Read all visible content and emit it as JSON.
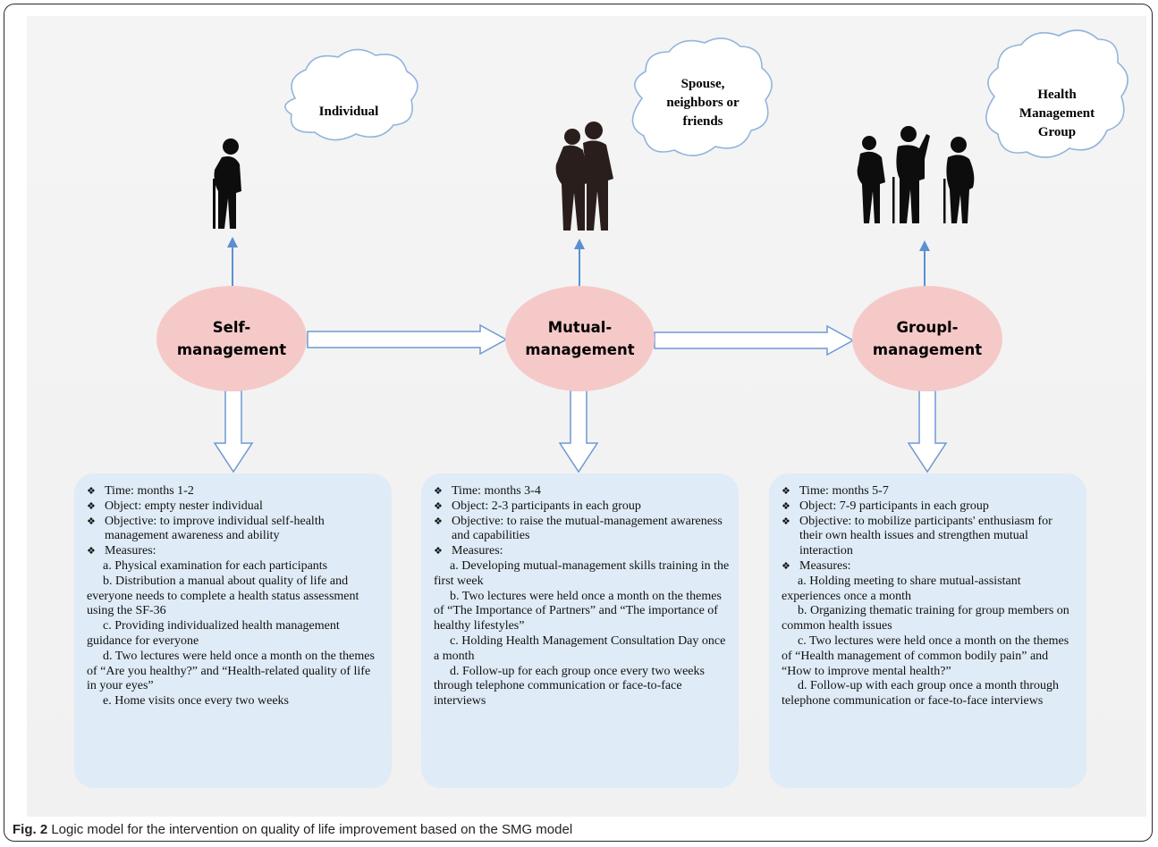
{
  "clouds": {
    "individual": "Individual",
    "mutual": [
      "Spouse,",
      "neighbors or",
      "friends"
    ],
    "group": [
      "Health",
      "Management",
      "Group"
    ]
  },
  "stages": {
    "self": [
      "Self-",
      "management"
    ],
    "mutual": [
      "Mutual-",
      "management"
    ],
    "group": [
      "Groupl-",
      "management"
    ]
  },
  "boxes": {
    "self": {
      "bullets": [
        "Time: months 1-2",
        "Object: empty nester individual",
        "Objective: to improve individual self-health management awareness and ability",
        "Measures:"
      ],
      "measures": [
        "a. Physical examination for each participants",
        "b. Distribution a manual about quality of life and everyone needs to complete a health status assessment using the SF-36",
        "c. Providing individualized health management guidance for everyone",
        "d. Two lectures were held once a month on the themes of “Are you healthy?” and “Health-related quality of life in your eyes”",
        "e. Home visits once every two weeks"
      ]
    },
    "mutual": {
      "bullets": [
        "Time: months 3-4",
        "Object: 2-3 participants in each group",
        "Objective: to raise the mutual-management awareness and capabilities",
        "Measures:"
      ],
      "measures": [
        "a. Developing mutual-management skills training in the first week",
        "b. Two lectures were held once a month on the themes of “The Importance of Partners” and “The importance of healthy lifestyles”",
        "c. Holding Health Management Consultation Day once a month",
        "d. Follow-up for each group once every two weeks through telephone communication or face-to-face interviews"
      ]
    },
    "group": {
      "bullets": [
        "Time: months 5-7",
        "Object: 7-9 participants in each group",
        "Objective: to mobilize participants' enthusiasm for their own health issues and strengthen mutual interaction",
        "Measures:"
      ],
      "measures": [
        "a. Holding meeting to share mutual-assistant experiences once a month",
        "b. Organizing thematic training for group members on common health issues",
        "c. Two lectures were held once a month on the themes of “Health management of common bodily pain” and “How to improve mental health?”",
        "d. Follow-up with each group once a month through telephone communication or face-to-face interviews"
      ]
    }
  },
  "caption": {
    "label": "Fig. 2",
    "text": " Logic model for the intervention on quality of life improvement based on the SMG model"
  },
  "colors": {
    "ellipse": "#f6c9c9",
    "box": "#dfebf6",
    "arrow": "#5b8fd0",
    "silhouette": "#0d0d0d"
  }
}
